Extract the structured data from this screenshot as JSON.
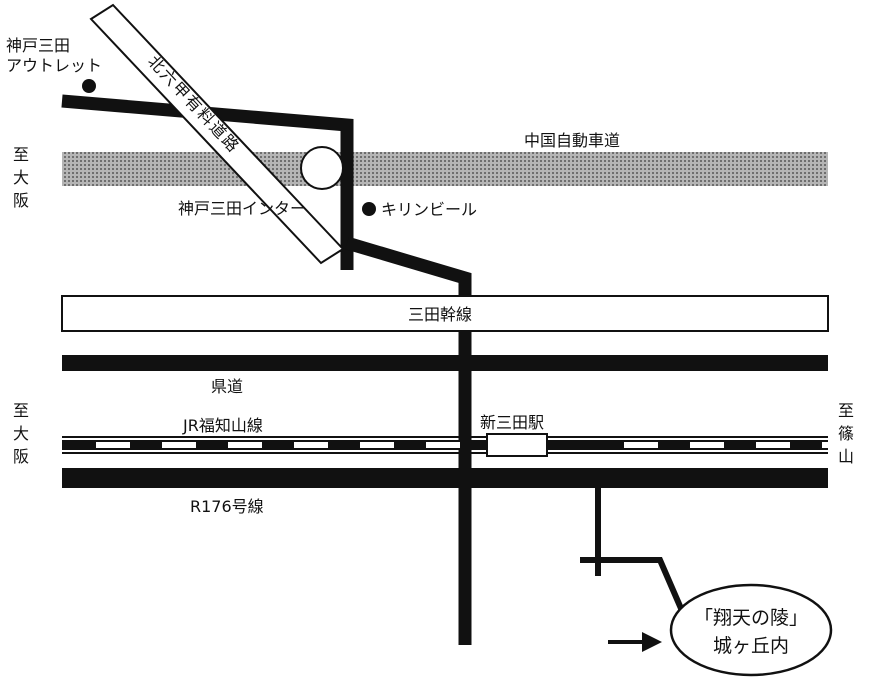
{
  "labels": {
    "outlet_line1": "神戸三田",
    "outlet_line2": "アウトレット",
    "kita_rokko": "北六甲有料道路",
    "chugoku_expressway": "中国自動車道",
    "kobe_sanda_ic": "神戸三田インター",
    "kirin_beer": "キリンビール",
    "sanda_kansen": "三田幹線",
    "kendo": "県道",
    "jr_line": "JR福知山線",
    "shin_sanda_station": "新三田駅",
    "route_176": "R176号線",
    "to_osaka_top": [
      "至",
      "大",
      "阪"
    ],
    "to_osaka_bottom": [
      "至",
      "大",
      "阪"
    ],
    "to_sasayama": [
      "至",
      "篠",
      "山"
    ],
    "destination_line1": "「翔天の陵」",
    "destination_line2": "城ヶ丘内"
  },
  "colors": {
    "road": "#111111",
    "expressway_fill": "#9a9a9a",
    "background": "#ffffff"
  }
}
